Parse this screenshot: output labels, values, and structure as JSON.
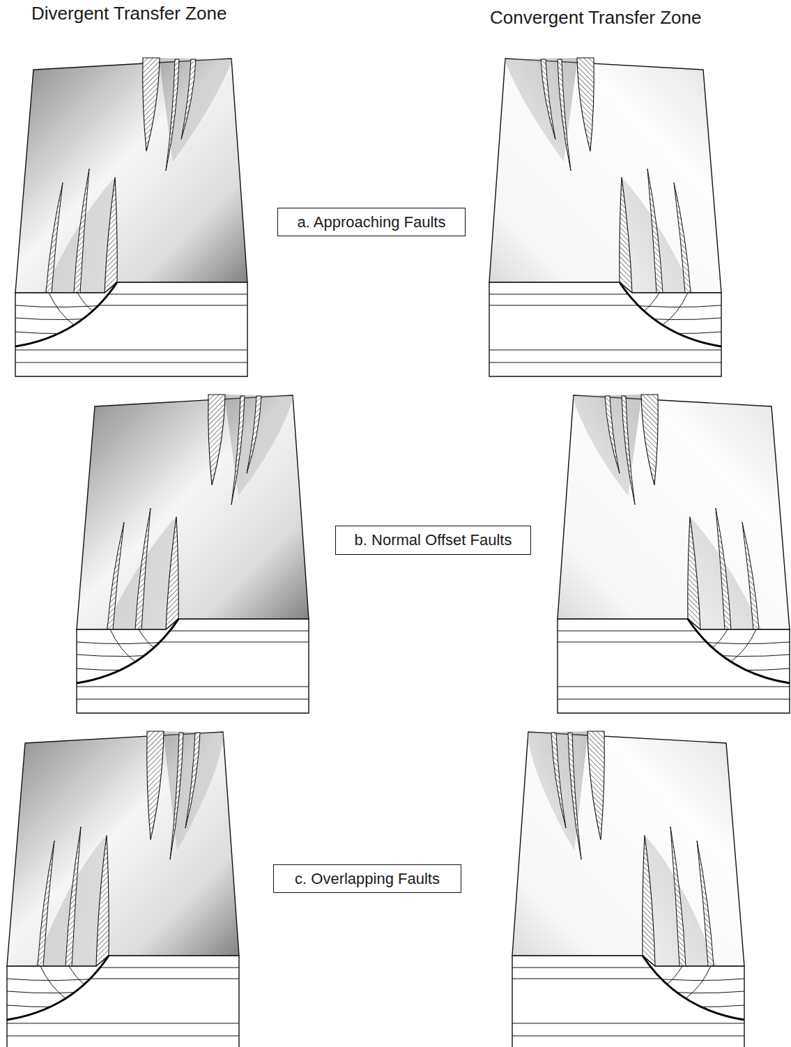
{
  "diagram": {
    "nodes": [
      {
        "text": [
          "a. Approaching Faults"
        ]
      },
      {
        "text": [
          "b. Normal Offset Faults"
        ]
      },
      {
        "text": [
          "c. Overlapping Faults"
        ]
      }
    ],
    "labels": [
      "Divergent Transfer Zone",
      "Convergent Transfer Zone"
    ]
  }
}
